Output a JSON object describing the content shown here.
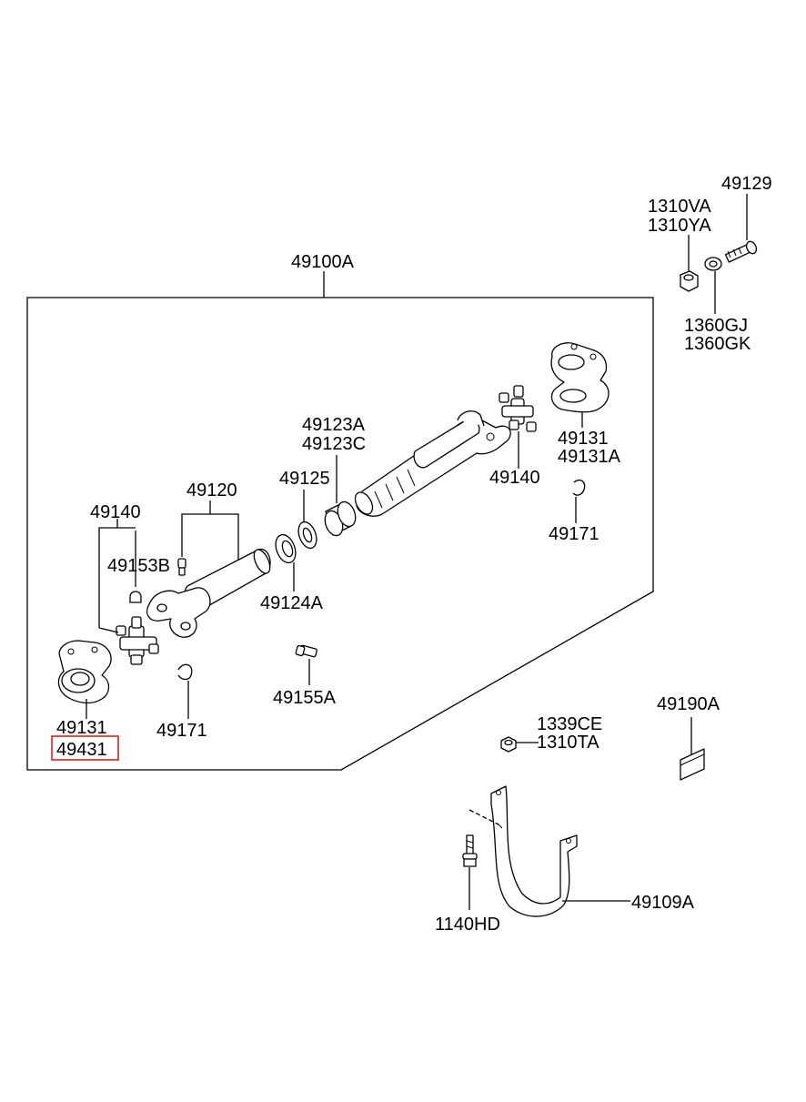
{
  "diagram": {
    "assembly_label": "49100A",
    "highlight_color": "#e02020",
    "labels": {
      "p49129": "49129",
      "p1310VA": "1310VA",
      "p1310YA": "1310YA",
      "p1360GJ": "1360GJ",
      "p1360GK": "1360GK",
      "p49131_r": "49131",
      "p49131A": "49131A",
      "p49123A": "49123A",
      "p49123C": "49123C",
      "p49140_r": "49140",
      "p49125": "49125",
      "p49120": "49120",
      "p49140_l": "49140",
      "p49171_r": "49171",
      "p49153B": "49153B",
      "p49124A": "49124A",
      "p49155A": "49155A",
      "p49131_l": "49131",
      "p49431": "49431",
      "p49171_l": "49171",
      "p49190A": "49190A",
      "p1339CE": "1339CE",
      "p1310TA": "1310TA",
      "p49109A": "49109A",
      "p1140HD": "1140HD"
    }
  }
}
